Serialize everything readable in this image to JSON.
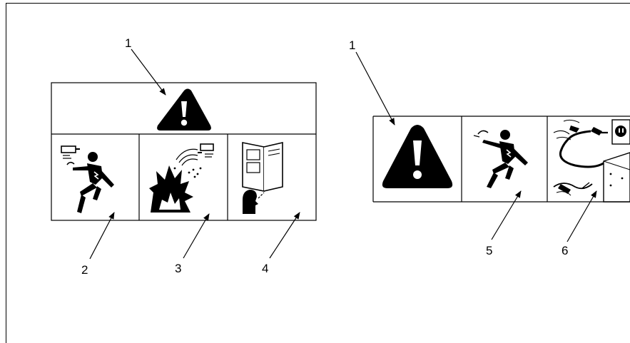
{
  "callouts": {
    "c1_left": "1",
    "c2": "2",
    "c3": "3",
    "c4": "4",
    "c1_right": "1",
    "c5": "5",
    "c6": "6"
  },
  "icons": {
    "warning": "warning-triangle-icon",
    "shock": "electric-shock-icon",
    "explosion": "explosion-icon",
    "manual": "read-manual-icon",
    "disconnect": "disconnect-power-icon"
  },
  "colors": {
    "ink": "#000000",
    "paper": "#ffffff"
  }
}
